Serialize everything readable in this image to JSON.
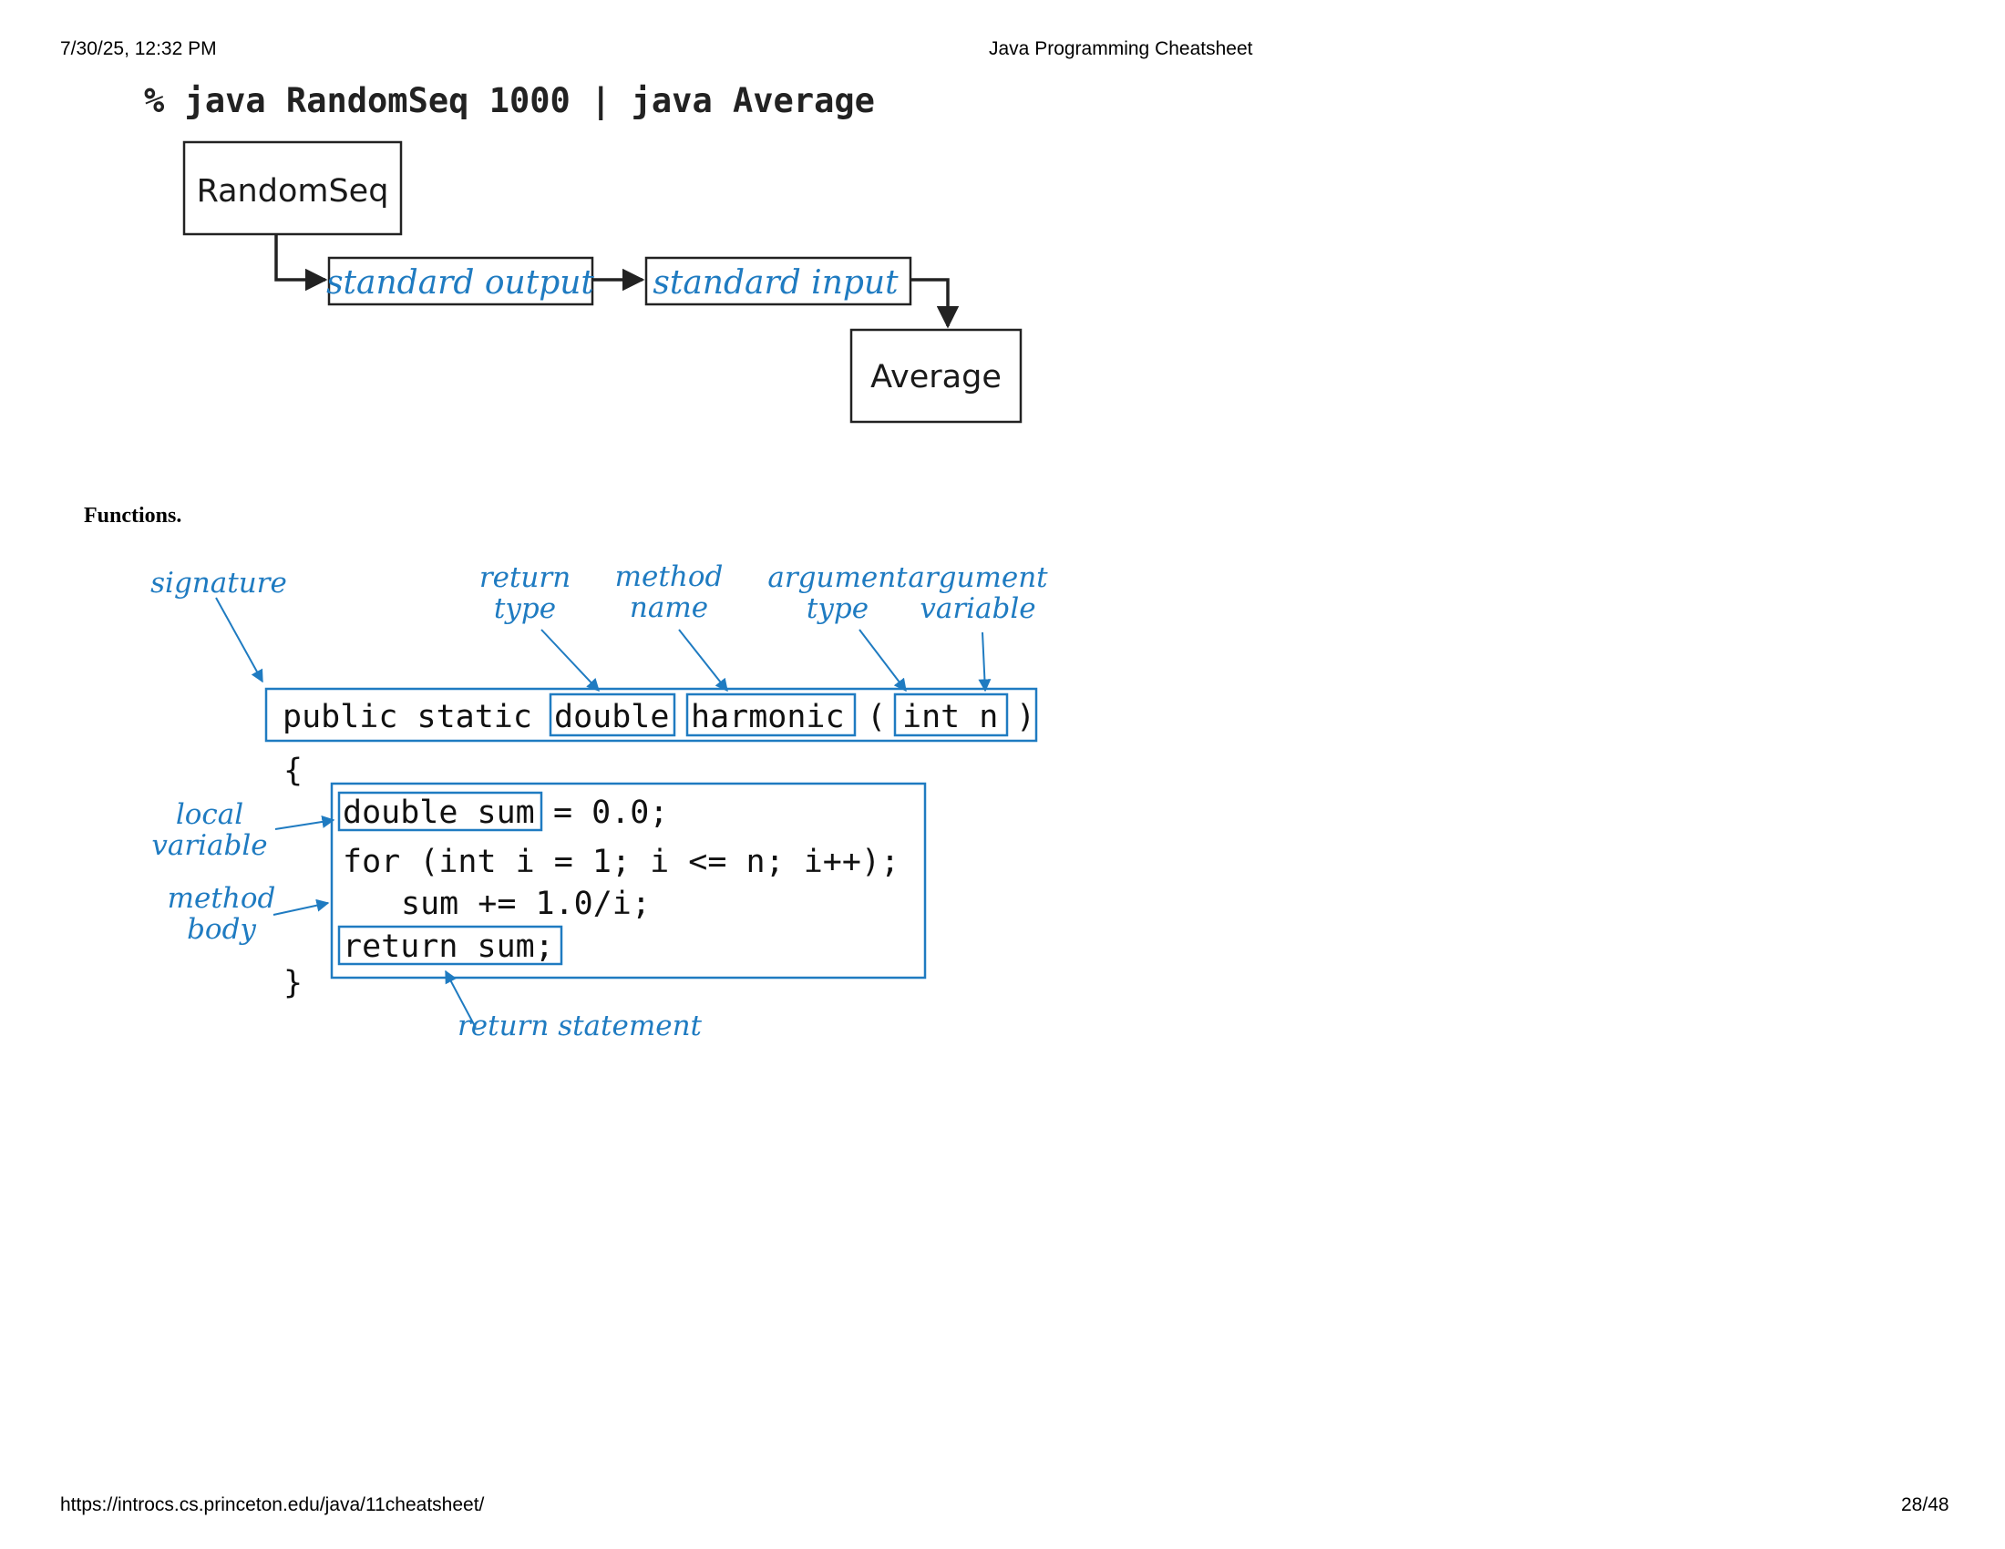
{
  "header": {
    "datetime": "7/30/25, 12:32 PM",
    "title": "Java Programming Cheatsheet"
  },
  "footer": {
    "url": "https://introcs.cs.princeton.edu/java/11cheatsheet/",
    "page": "28/48"
  },
  "pipe_diagram": {
    "command": "% java RandomSeq 1000 | java Average",
    "box_randomseq": "RandomSeq",
    "box_average": "Average",
    "stream_output": "standard output",
    "stream_input": "standard input"
  },
  "section_title": "Functions.",
  "function_diagram": {
    "labels": {
      "signature": "signature",
      "return_type_1": "return",
      "return_type_2": "type",
      "method_name_1": "method",
      "method_name_2": "name",
      "argument_type_1": "argument",
      "argument_type_2": "type",
      "argument_variable_1": "argument",
      "argument_variable_2": "variable",
      "local_variable_1": "local",
      "local_variable_2": "variable",
      "method_body_1": "method",
      "method_body_2": "body",
      "return_statement": "return statement"
    },
    "code": {
      "sig_public_static": "public static",
      "sig_return_type": "double",
      "sig_method_name": "harmonic",
      "sig_open_paren": "(",
      "sig_arg": "int n",
      "sig_close_paren": ")",
      "open_brace": "{",
      "local_decl": "double sum",
      "local_init": "= 0.0;",
      "for_line": "for (int i = 1; i <= n; i++);",
      "sum_line": "sum += 1.0/i;",
      "return_line": "return sum;",
      "close_brace": "}"
    },
    "colors": {
      "accent_blue": "#1f7bc1",
      "box_black": "#222222"
    }
  }
}
